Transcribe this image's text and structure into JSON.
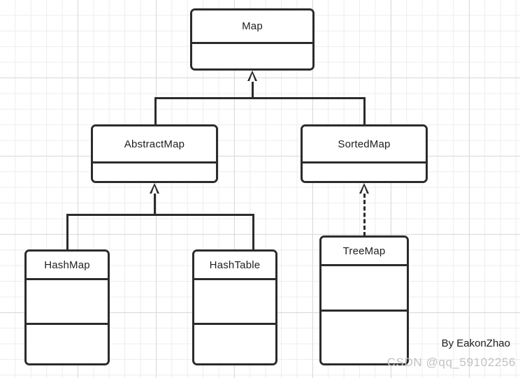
{
  "diagram": {
    "type": "uml-class-diagram",
    "classes": [
      {
        "id": "map",
        "name": "Map",
        "compartments": 2
      },
      {
        "id": "abstractmap",
        "name": "AbstractMap",
        "compartments": 2
      },
      {
        "id": "sortedmap",
        "name": "SortedMap",
        "compartments": 2
      },
      {
        "id": "hashmap",
        "name": "HashMap",
        "compartments": 3
      },
      {
        "id": "hashtable",
        "name": "HashTable",
        "compartments": 3
      },
      {
        "id": "treemap",
        "name": "TreeMap",
        "compartments": 3
      }
    ],
    "relationships": [
      {
        "from": "AbstractMap",
        "to": "Map",
        "kind": "generalization",
        "line": "solid",
        "arrowhead": "hollow-triangle"
      },
      {
        "from": "SortedMap",
        "to": "Map",
        "kind": "generalization",
        "line": "solid",
        "arrowhead": "hollow-triangle"
      },
      {
        "from": "HashMap",
        "to": "AbstractMap",
        "kind": "generalization",
        "line": "solid",
        "arrowhead": "hollow-triangle"
      },
      {
        "from": "HashTable",
        "to": "AbstractMap",
        "kind": "generalization",
        "line": "solid",
        "arrowhead": "hollow-triangle"
      },
      {
        "from": "TreeMap",
        "to": "SortedMap",
        "kind": "realization",
        "line": "dashed",
        "arrowhead": "hollow-triangle"
      }
    ],
    "colors": {
      "box_border": "#2b2b2b",
      "box_fill": "#ffffff",
      "connector": "#2b2b2b",
      "grid_minor": "#ededed",
      "grid_major": "#d9d9d9",
      "watermark": "#c2c2c2"
    }
  },
  "captions": {
    "author": "By EakonZhao",
    "watermark": "CSDN @qq_59102256"
  }
}
